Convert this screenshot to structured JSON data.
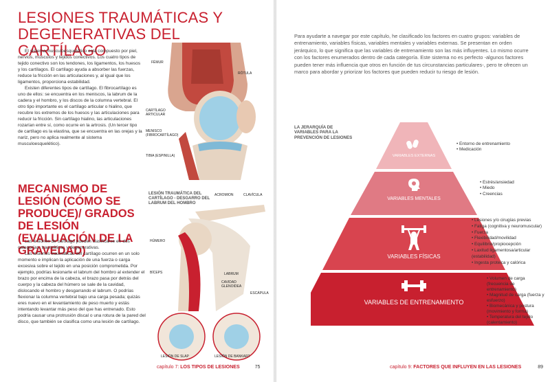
{
  "left_page": {
    "title": "LESIONES TRAUMÁTICAS Y DEGENERATIVAS DEL CARTÍLAGO",
    "paragraphs_1": [
      "El sistema musculoesquelético está compuesto por piel, nervios, músculos y tejidos conectivos. Los cuatro tipos de tejido conectivo son los tendones, los ligamentos, los huesos y los cartílagos. El cartílago ayuda a absorber las fuerzas, reduce la fricción en las articulaciones y, al igual que los ligamentos, proporciona estabilidad.",
      "Existen diferentes tipos de cartílago. El fibrocartílago es uno de ellos: se encuentra en los meniscos, la labrum de la cadera y el hombro, y los discos de la columna vertebral. El otro tipo importante es el cartílago articular o hialino, que recubre los extremos de los huesos y las articulaciones para reducir la fricción. Sin cartílago hialino, las articulaciones rozarían entre sí, como ocurre en la artrosis. (Un tercer tipo de cartílago es la elastina, que se encuentra en las orejas y la nariz, pero no aplica realmente al sistema musculoesquelético)."
    ],
    "subtitle": "MECANISMO DE LESIÓN (CÓMO SE PRODUCE)/ GRADOS DE LESIÓN (EVALUACIÓN DE LA GRAVEDAD)",
    "paragraphs_2": [
      "Las lesiones de cartílago pueden clasificarse en dos categorías: traumáticas y degenerativas.",
      "Las lesiones traumáticas del cartílago ocurren en un solo momento e implican la aplicación de una fuerza o carga excesiva sobre el tejido en una posición comprometida. Por ejemplo, podrías lesionarte el labrum del hombro al extender el brazo por encima de la cabeza, el brazo pasa por detrás del cuerpo y la cabeza del húmero se sale de la cavidad, dislocando el hombro y desgarrando el labrum. O podrías flexionar la columna vertebral bajo una carga pesada; quizás eres nuevo en el levantamiento de peso muerto y estás intentando levantar más peso del que has entrenado. Esto podría causar una protrusión discal o una rotura de la pared del disco, que también se clasifica como una lesión de cartílago."
    ],
    "knee_labels": {
      "femur": "FÉMUR",
      "rotula": "RÓTULA",
      "cartilago": "CARTÍLAGO ARTICULAR",
      "menisco": "MENISCO (FIBROCARTÍLAGO)",
      "tibia": "TIBIA (ESPINILLA)"
    },
    "shoulder": {
      "title": "LESIÓN TRAUMÁTICA DEL CARTÍLAGO - DESGARRO DEL LABRUM DEL HOMBRO",
      "acromion": "ACROMION",
      "clavicula": "CLAVÍCULA",
      "humero": "HÚMERO",
      "biceps": "BÍCEPS",
      "labrum": "LABRUM",
      "cavidad": "CAVIDAD GLENOIDEA",
      "escapula": "ESCÁPULA",
      "slap": "LESIÓN DE SLAP",
      "bankart": "LESIÓN DE BANKART"
    },
    "footer": {
      "chapter": "capítulo 7:",
      "name": "LOS TIPOS DE  LESIONES",
      "page": "75"
    }
  },
  "right_page": {
    "intro": "Para ayudarte a navegar por este capítulo, he clasificado los factores en cuatro grupos: variables de entrenamiento, variables físicas, variables mentales y variables externas. Se presentan en orden jerárquico, lo que significa que las variables de entrenamiento son las más influyentes. Lo mismo ocurre con los factores enumerados dentro de cada categoría. Este sistema no es perfecto -algunos factores pueden tener más influencia que otros en función de tus circunstancias particulares-, pero te ofrecen un marco para abordar y priorizar los factores que pueden reducir tu riesgo de lesión.",
    "pyramid_title": "LA JERARQUÍA DE VARIABLES PARA LA PREVENCIÓN DE LESIONES",
    "tiers": [
      {
        "label": "VARIABLES EXTERNAS",
        "items": [
          "Entorno de entrenamiento",
          "Medicación"
        ]
      },
      {
        "label": "VARIABLES MENTALES",
        "items": [
          "Estrés/ansiedad",
          "Miedo",
          "Creencias"
        ]
      },
      {
        "label": "VARIABLES FÍSICAS",
        "items": [
          "Lesiones y/o cirugías previas",
          "Fatiga (cognitiva y neuromuscular)",
          "Fuerza",
          "Flexibilidad/movilidad",
          "Equilibrio/propiocepción",
          "Laxitud ligamentosa/articular (estabilidad)",
          "Ingesta proteica y calórica"
        ]
      },
      {
        "label": "VARIABLES DE ENTRENAMIENTO",
        "items": [
          "Volumen de carga (frecuencia de entrenamiento)",
          "Magnitud de carga (fuerza y esfuerzo)",
          "Biomecánica y postura (movimiento y forma)",
          "Temperatura del tejido (calentamiento)"
        ]
      }
    ],
    "footer": {
      "chapter": "capítulo 9:",
      "name": "FACTORES QUE INFLUYEN EN LAS LESIONES",
      "page": "89"
    }
  },
  "colors": {
    "accent": "#c8202f",
    "tier1": "#f0b5b9",
    "tier2": "#e07a84",
    "tier3": "#d8444f",
    "tier4": "#c8202f"
  }
}
